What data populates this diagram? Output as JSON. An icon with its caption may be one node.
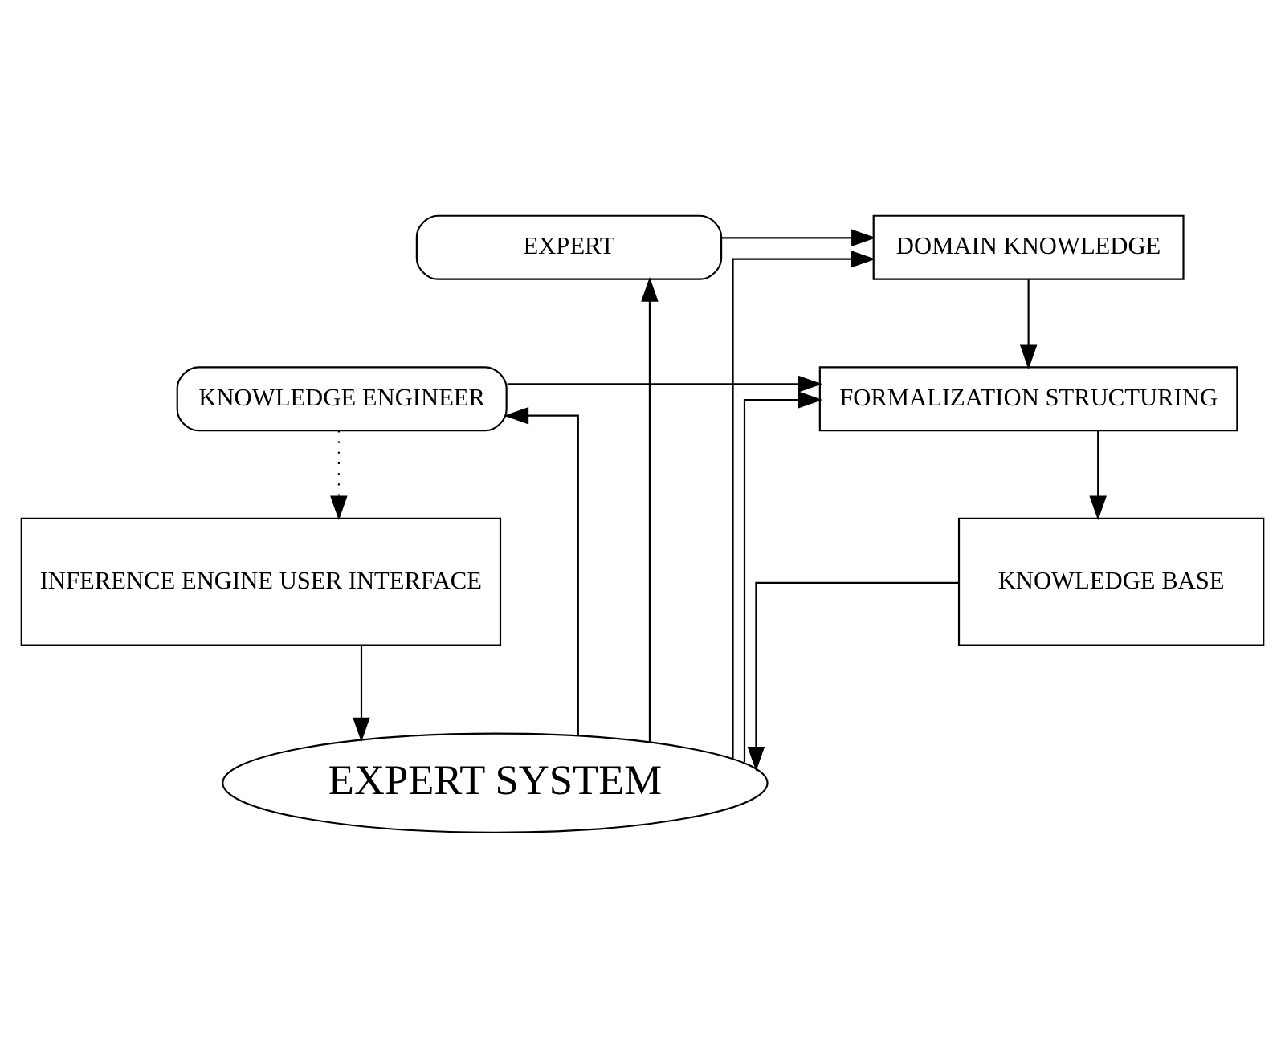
{
  "diagram": {
    "nodes": [
      {
        "text": [
          "EXPERT"
        ]
      },
      {
        "text": [
          "DOMAIN KNOWLEDGE"
        ]
      },
      {
        "text": [
          "KNOWLEDGE ENGINEER"
        ]
      },
      {
        "text": [
          "FORMALIZATION STRUCTURING"
        ]
      },
      {
        "text": [
          "INFERENCE ENGINE USER INTERFACE"
        ]
      },
      {
        "text": [
          "KNOWLEDGE BASE"
        ]
      },
      {
        "text": [
          "EXPERT SYSTEM"
        ]
      }
    ],
    "edges": [
      {
        "from": 0,
        "to": 1,
        "arrow": "to"
      },
      {
        "from": 1,
        "to": 3,
        "arrow": "to"
      },
      {
        "from": 2,
        "to": 3,
        "arrow": "to"
      },
      {
        "from": 2,
        "to": 4,
        "arrow": "to",
        "style": "dashed"
      },
      {
        "from": 3,
        "to": 5,
        "arrow": "to"
      },
      {
        "from": 4,
        "to": 6,
        "arrow": "to"
      },
      {
        "from": 5,
        "to": 6,
        "arrow": "to"
      },
      {
        "from": 6,
        "to": 0,
        "arrow": "to"
      },
      {
        "from": 6,
        "to": 2,
        "arrow": "to"
      },
      {
        "from": 6,
        "to": 1,
        "arrow": "to"
      },
      {
        "from": 6,
        "to": 3,
        "arrow": "to"
      }
    ]
  }
}
